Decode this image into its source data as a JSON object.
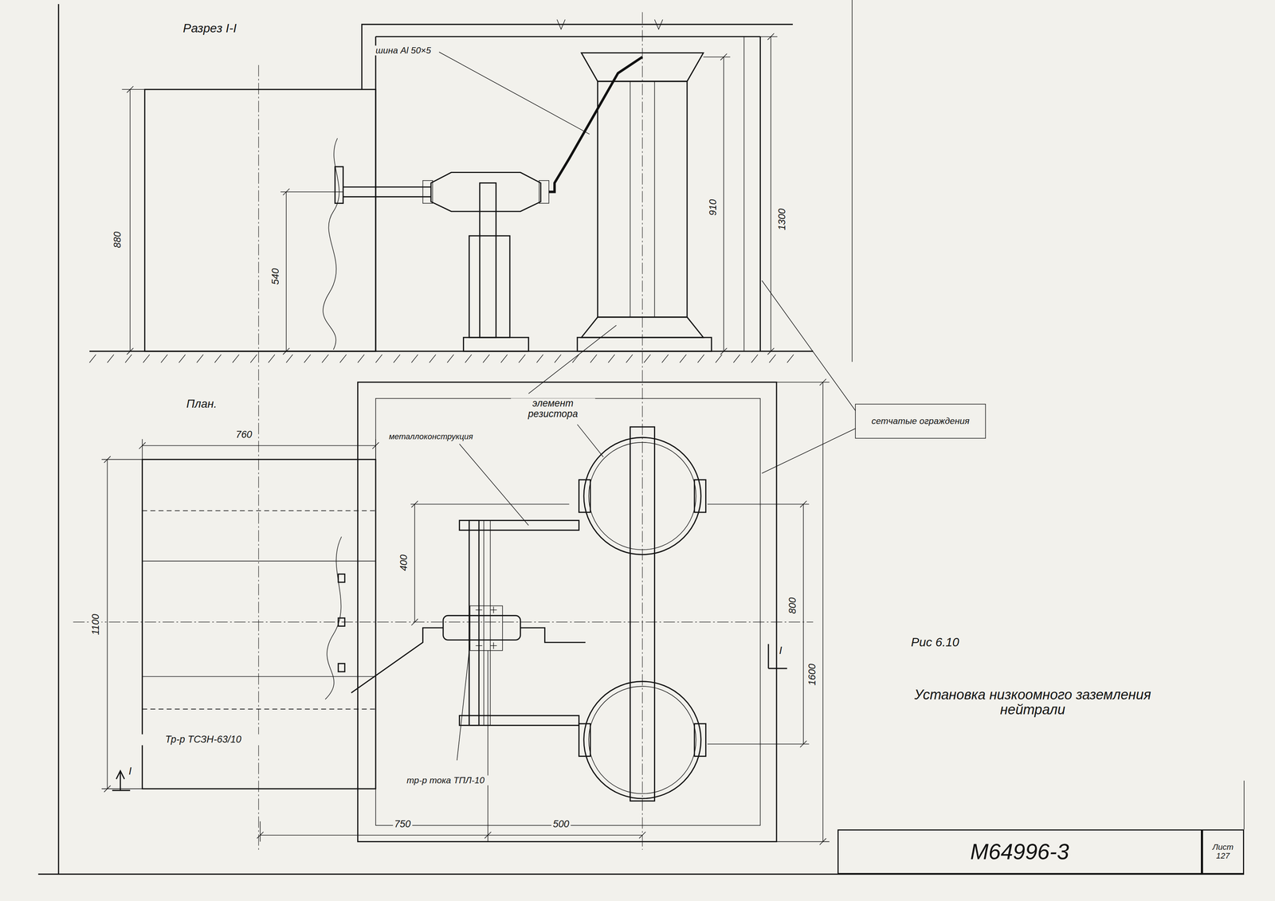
{
  "diagram": {
    "caption": "Установка низкоомного заземления нейтрали",
    "nodes": [
      {
        "text": [
          "M64996-3"
        ]
      },
      {
        "text": [
          "Лист",
          "127"
        ]
      }
    ],
    "labels": [
      "Разрез I-I",
      "шина Al 50×5",
      "880",
      "540",
      "910",
      "1300",
      "План.",
      "760",
      "металлоконструкция",
      "элемент резистора",
      "сетчатые ограждения",
      "400",
      "1100",
      "800",
      "1600",
      "Рис 6.10",
      "I",
      "I",
      "Тр-р ТСЗН-63/10",
      "тр-р тока ТПЛ-10",
      "750",
      "500"
    ]
  }
}
